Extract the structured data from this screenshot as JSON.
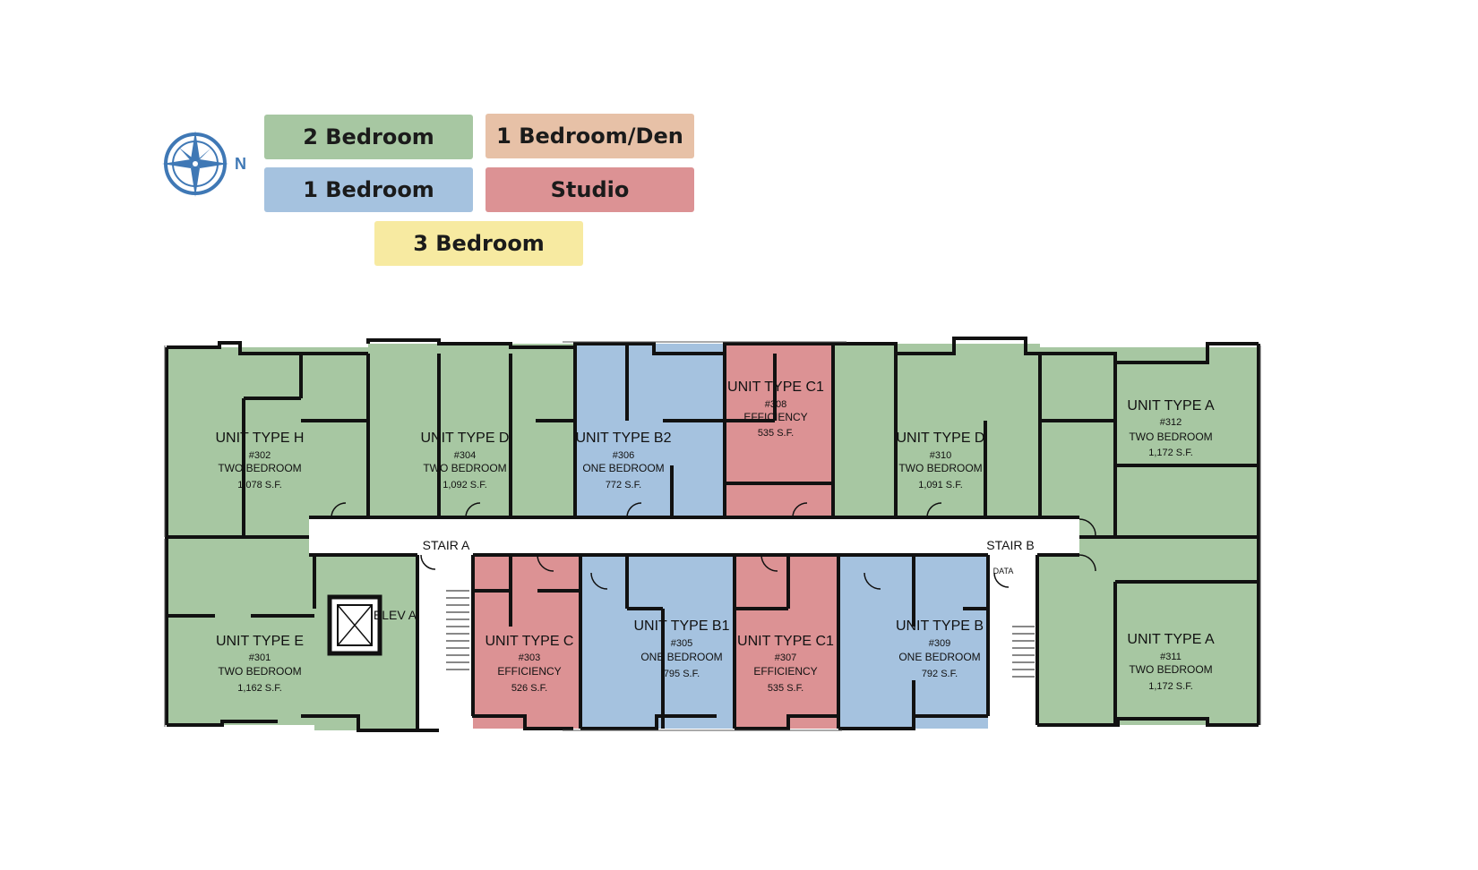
{
  "compass": {
    "north_label": "N",
    "icon": "compass-rose-icon"
  },
  "legend": [
    {
      "key": "two_bed",
      "label": "2 Bedroom",
      "color": "#a7c7a2"
    },
    {
      "key": "one_den",
      "label": "1 Bedroom/Den",
      "color": "#e7c1a7"
    },
    {
      "key": "one_bed",
      "label": "1 Bedroom",
      "color": "#a5c2df"
    },
    {
      "key": "studio",
      "label": "Studio",
      "color": "#dc9294"
    },
    {
      "key": "three_bed",
      "label": "3 Bedroom",
      "color": "#f7eaa1"
    }
  ],
  "colors": {
    "wall": "#111111",
    "corridor": "#ffffff"
  },
  "labels": {
    "stair_a": "STAIR A",
    "stair_b": "STAIR B",
    "elev_a": "ELEV A",
    "data": "DATA"
  },
  "units": [
    {
      "type": "UNIT TYPE H",
      "number": "#302",
      "kind": "TWO BEDROOM",
      "area": "1,078 S.F."
    },
    {
      "type": "UNIT TYPE D",
      "number": "#304",
      "kind": "TWO BEDROOM",
      "area": "1,092 S.F."
    },
    {
      "type": "UNIT TYPE B2",
      "number": "#306",
      "kind": "ONE BEDROOM",
      "area": "772 S.F."
    },
    {
      "type": "UNIT TYPE C1",
      "number": "#308",
      "kind": "EFFICIENCY",
      "area": "535 S.F."
    },
    {
      "type": "UNIT TYPE D",
      "number": "#310",
      "kind": "TWO BEDROOM",
      "area": "1,091 S.F."
    },
    {
      "type": "UNIT TYPE A",
      "number": "#312",
      "kind": "TWO BEDROOM",
      "area": "1,172 S.F."
    },
    {
      "type": "UNIT TYPE E",
      "number": "#301",
      "kind": "TWO BEDROOM",
      "area": "1,162 S.F."
    },
    {
      "type": "UNIT TYPE C",
      "number": "#303",
      "kind": "EFFICIENCY",
      "area": "526 S.F."
    },
    {
      "type": "UNIT TYPE B1",
      "number": "#305",
      "kind": "ONE BEDROOM",
      "area": "795 S.F."
    },
    {
      "type": "UNIT TYPE C1",
      "number": "#307",
      "kind": "EFFICIENCY",
      "area": "535 S.F."
    },
    {
      "type": "UNIT TYPE B",
      "number": "#309",
      "kind": "ONE BEDROOM",
      "area": "792 S.F."
    },
    {
      "type": "UNIT TYPE A",
      "number": "#311",
      "kind": "TWO BEDROOM",
      "area": "1,172 S.F."
    }
  ]
}
